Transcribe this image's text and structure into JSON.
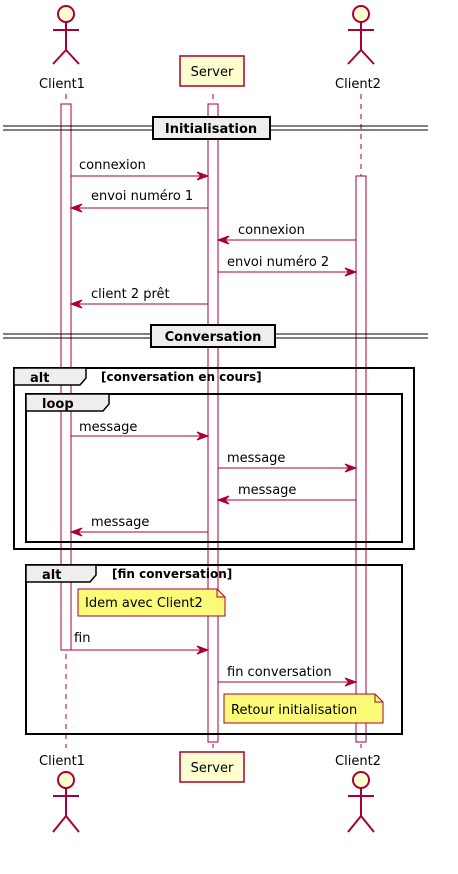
{
  "participants": {
    "client1": "Client1",
    "server": "Server",
    "client2": "Client2"
  },
  "dividers": {
    "init": "Initialisation",
    "conversation": "Conversation"
  },
  "frames": {
    "alt1_keyword": "alt",
    "alt1_guard": "[conversation en cours]",
    "loop_keyword": "loop",
    "alt2_keyword": "alt",
    "alt2_guard": "[fin conversation]"
  },
  "messages": {
    "m1": "connexion",
    "m2": "envoi numéro 1",
    "m3": "connexion",
    "m4": "envoi numéro 2",
    "m5": "client 2 prêt",
    "m6": "message",
    "m7": "message",
    "m8": "message",
    "m9": "message",
    "m10": "fin",
    "m11": "fin conversation"
  },
  "notes": {
    "n1": "Idem avec Client2",
    "n2": "Retour initialisation"
  },
  "colors": {
    "line": "#A80036",
    "participant_fill": "#FEFECE",
    "note_fill": "#FBFB77",
    "divider_fill": "#EEEEEE"
  }
}
